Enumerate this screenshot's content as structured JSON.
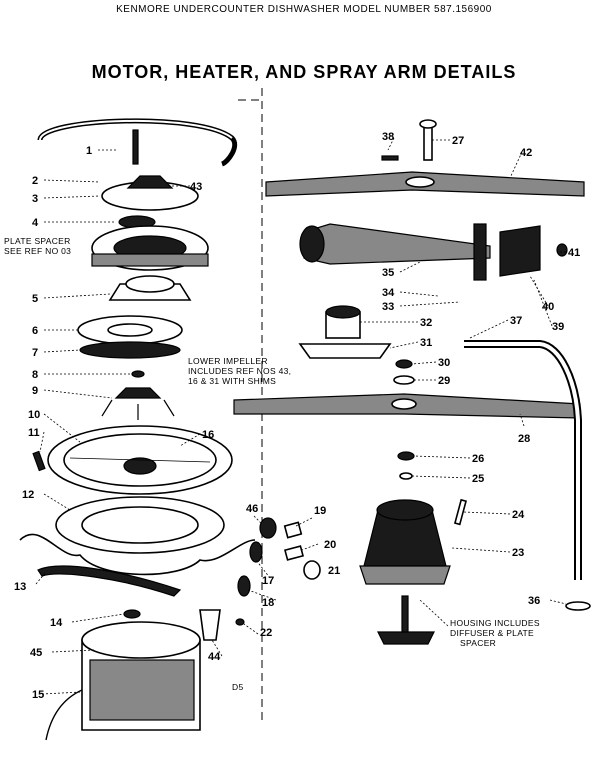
{
  "header": {
    "text": "KENMORE UNDERCOUNTER DISHWASHER     MODEL NUMBER 587.156900"
  },
  "title": "MOTOR, HEATER, AND SPRAY ARM DETAILS",
  "notes": {
    "plate_spacer_1": "PLATE SPACER",
    "plate_spacer_2": "SEE REF NO 03",
    "impeller_1": "LOWER IMPELLER",
    "impeller_2": "INCLUDES REF NOS 43,",
    "impeller_3": "16 & 31 WITH SHIMS",
    "housing_1": "HOUSING INCLUDES",
    "housing_2": "DIFFUSER & PLATE",
    "housing_3": "SPACER",
    "page_code": "D5"
  },
  "callouts": {
    "c1": "1",
    "c2": "2",
    "c3": "3",
    "c4": "4",
    "c5": "5",
    "c6": "6",
    "c7": "7",
    "c8": "8",
    "c9": "9",
    "c10": "10",
    "c11": "11",
    "c12": "12",
    "c13": "13",
    "c14": "14",
    "c15": "15",
    "c16": "16",
    "c17": "17",
    "c18": "18",
    "c19": "19",
    "c20": "20",
    "c21": "21",
    "c22": "22",
    "c23": "23",
    "c24": "24",
    "c25": "25",
    "c26": "26",
    "c27": "27",
    "c28": "28",
    "c29": "29",
    "c30": "30",
    "c31": "31",
    "c32": "32",
    "c33": "33",
    "c34": "34",
    "c35": "35",
    "c36": "36",
    "c37": "37",
    "c38": "38",
    "c39": "39",
    "c40": "40",
    "c41": "41",
    "c42": "42",
    "c43": "43",
    "c44": "44",
    "c45": "45",
    "c46": "46"
  }
}
